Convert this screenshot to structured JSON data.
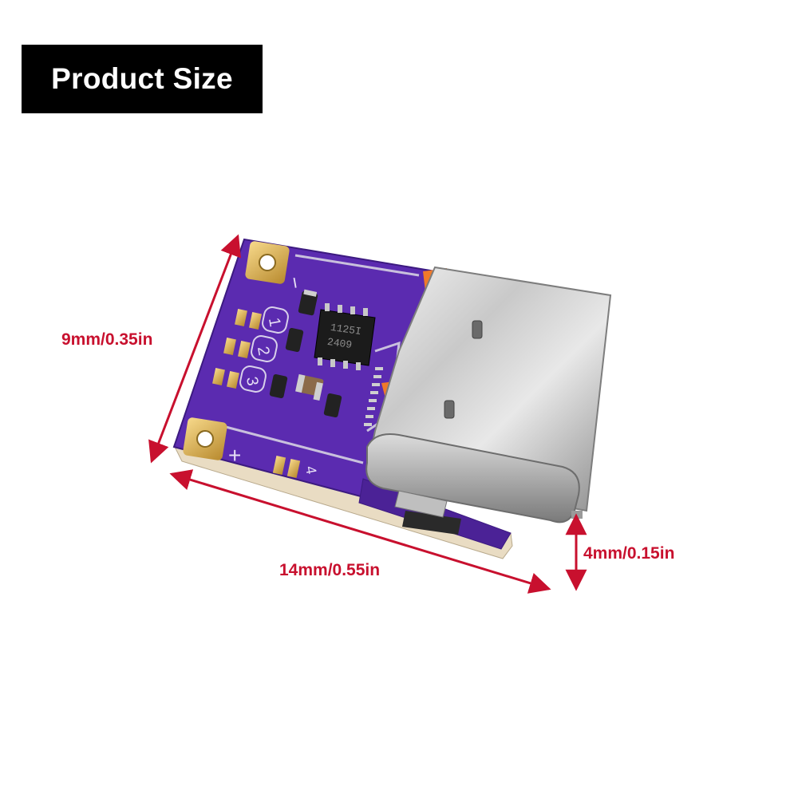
{
  "title": "Product Size",
  "dimensions": {
    "width_label": "9mm/0.35in",
    "length_label": "14mm/0.55in",
    "height_label": "4mm/0.15in"
  },
  "pcb": {
    "pad_labels": [
      "1",
      "2",
      "3",
      "4"
    ],
    "polarity_minus": "−",
    "polarity_plus": "+",
    "chip_line1": "1125I",
    "chip_line2": "2409"
  },
  "colors": {
    "dimension_line": "#c8102e",
    "board_purple": "#5b2bb0",
    "title_bg": "#000000",
    "title_text": "#ffffff"
  }
}
